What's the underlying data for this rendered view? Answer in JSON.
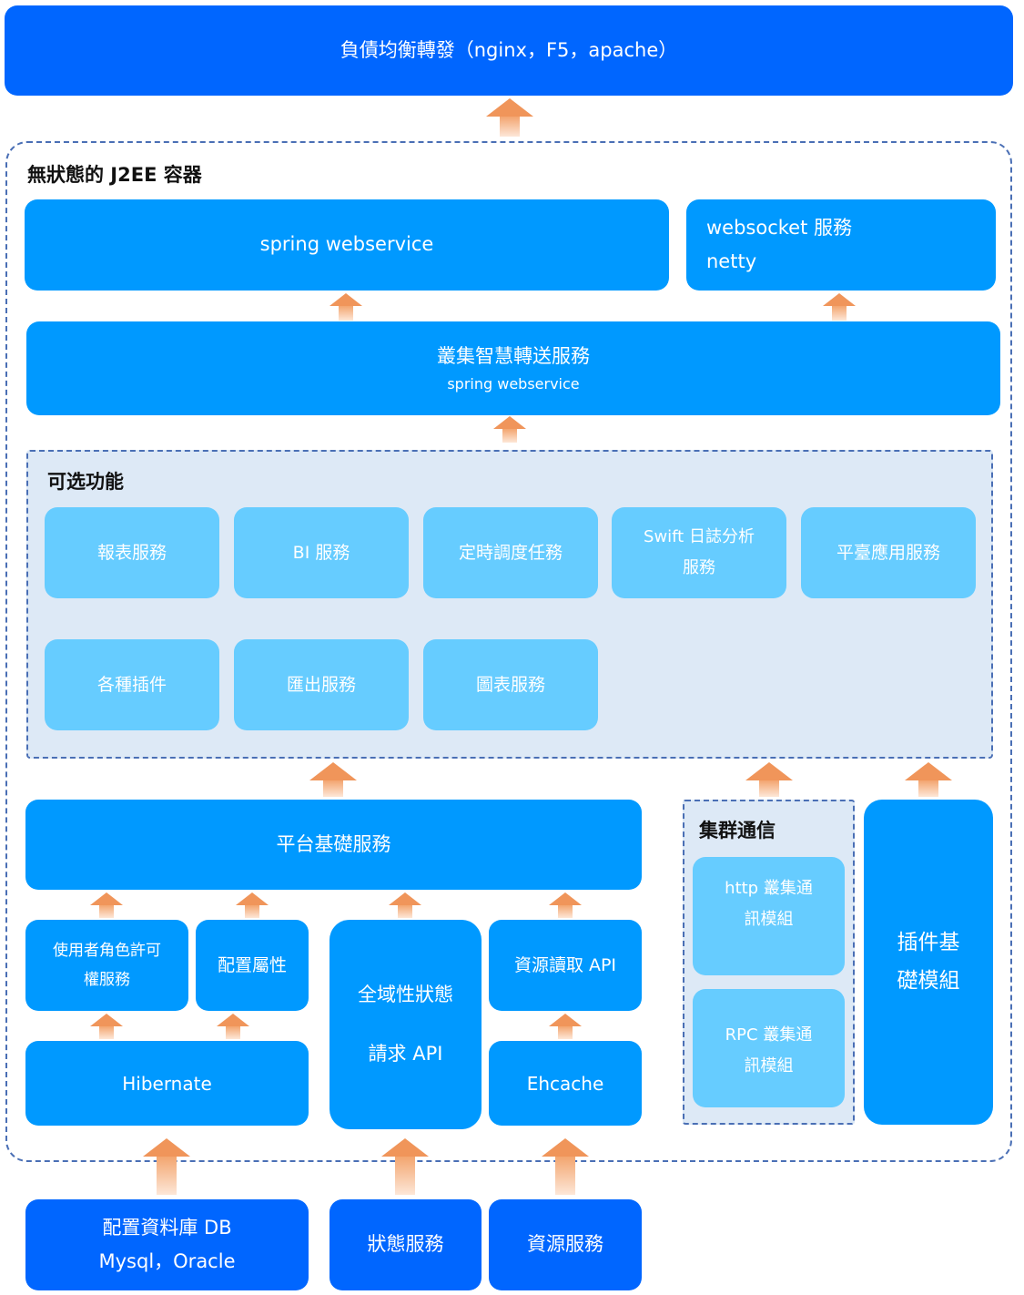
{
  "load_balancer": "負債均衡轉發（nginx，F5，apache）",
  "container_title": "無狀態的 J2EE 容器",
  "spring_webservice": "spring webservice",
  "websocket": {
    "line1": "websocket 服務",
    "line2": "netty"
  },
  "cluster_forward": {
    "title": "叢集智慧轉送服務",
    "subtitle": "spring webservice"
  },
  "optional": {
    "title": "可选功能",
    "items": [
      [
        "報表服務"
      ],
      [
        "BI 服務"
      ],
      [
        "定時調度任務"
      ],
      [
        "Swift 日誌分析",
        "服務"
      ],
      [
        "平臺應用服務"
      ],
      [
        "各種插件"
      ],
      [
        "匯出服務"
      ],
      [
        "圖表服務"
      ]
    ]
  },
  "platform": "平台基礎服務",
  "user_role": {
    "line1": "使用者角色許可",
    "line2": "權服務"
  },
  "config_attr": "配置屬性",
  "global_state": {
    "line1": "全域性狀態",
    "line2": "請求 API"
  },
  "resource_read": "資源讀取 API",
  "hibernate": "Hibernate",
  "ehcache": "Ehcache",
  "cluster_comm": {
    "title": "集群通信",
    "http": [
      "http 叢集通",
      "訊模組"
    ],
    "rpc": [
      "RPC 叢集通",
      "訊模組"
    ]
  },
  "plugin_base": [
    "插件基",
    "礎模組"
  ],
  "bottom": {
    "config_db": {
      "line1": "配置資料庫 DB",
      "line2": "Mysql，Oracle"
    },
    "state_service": "狀態服務",
    "resource_service": "資源服務"
  }
}
